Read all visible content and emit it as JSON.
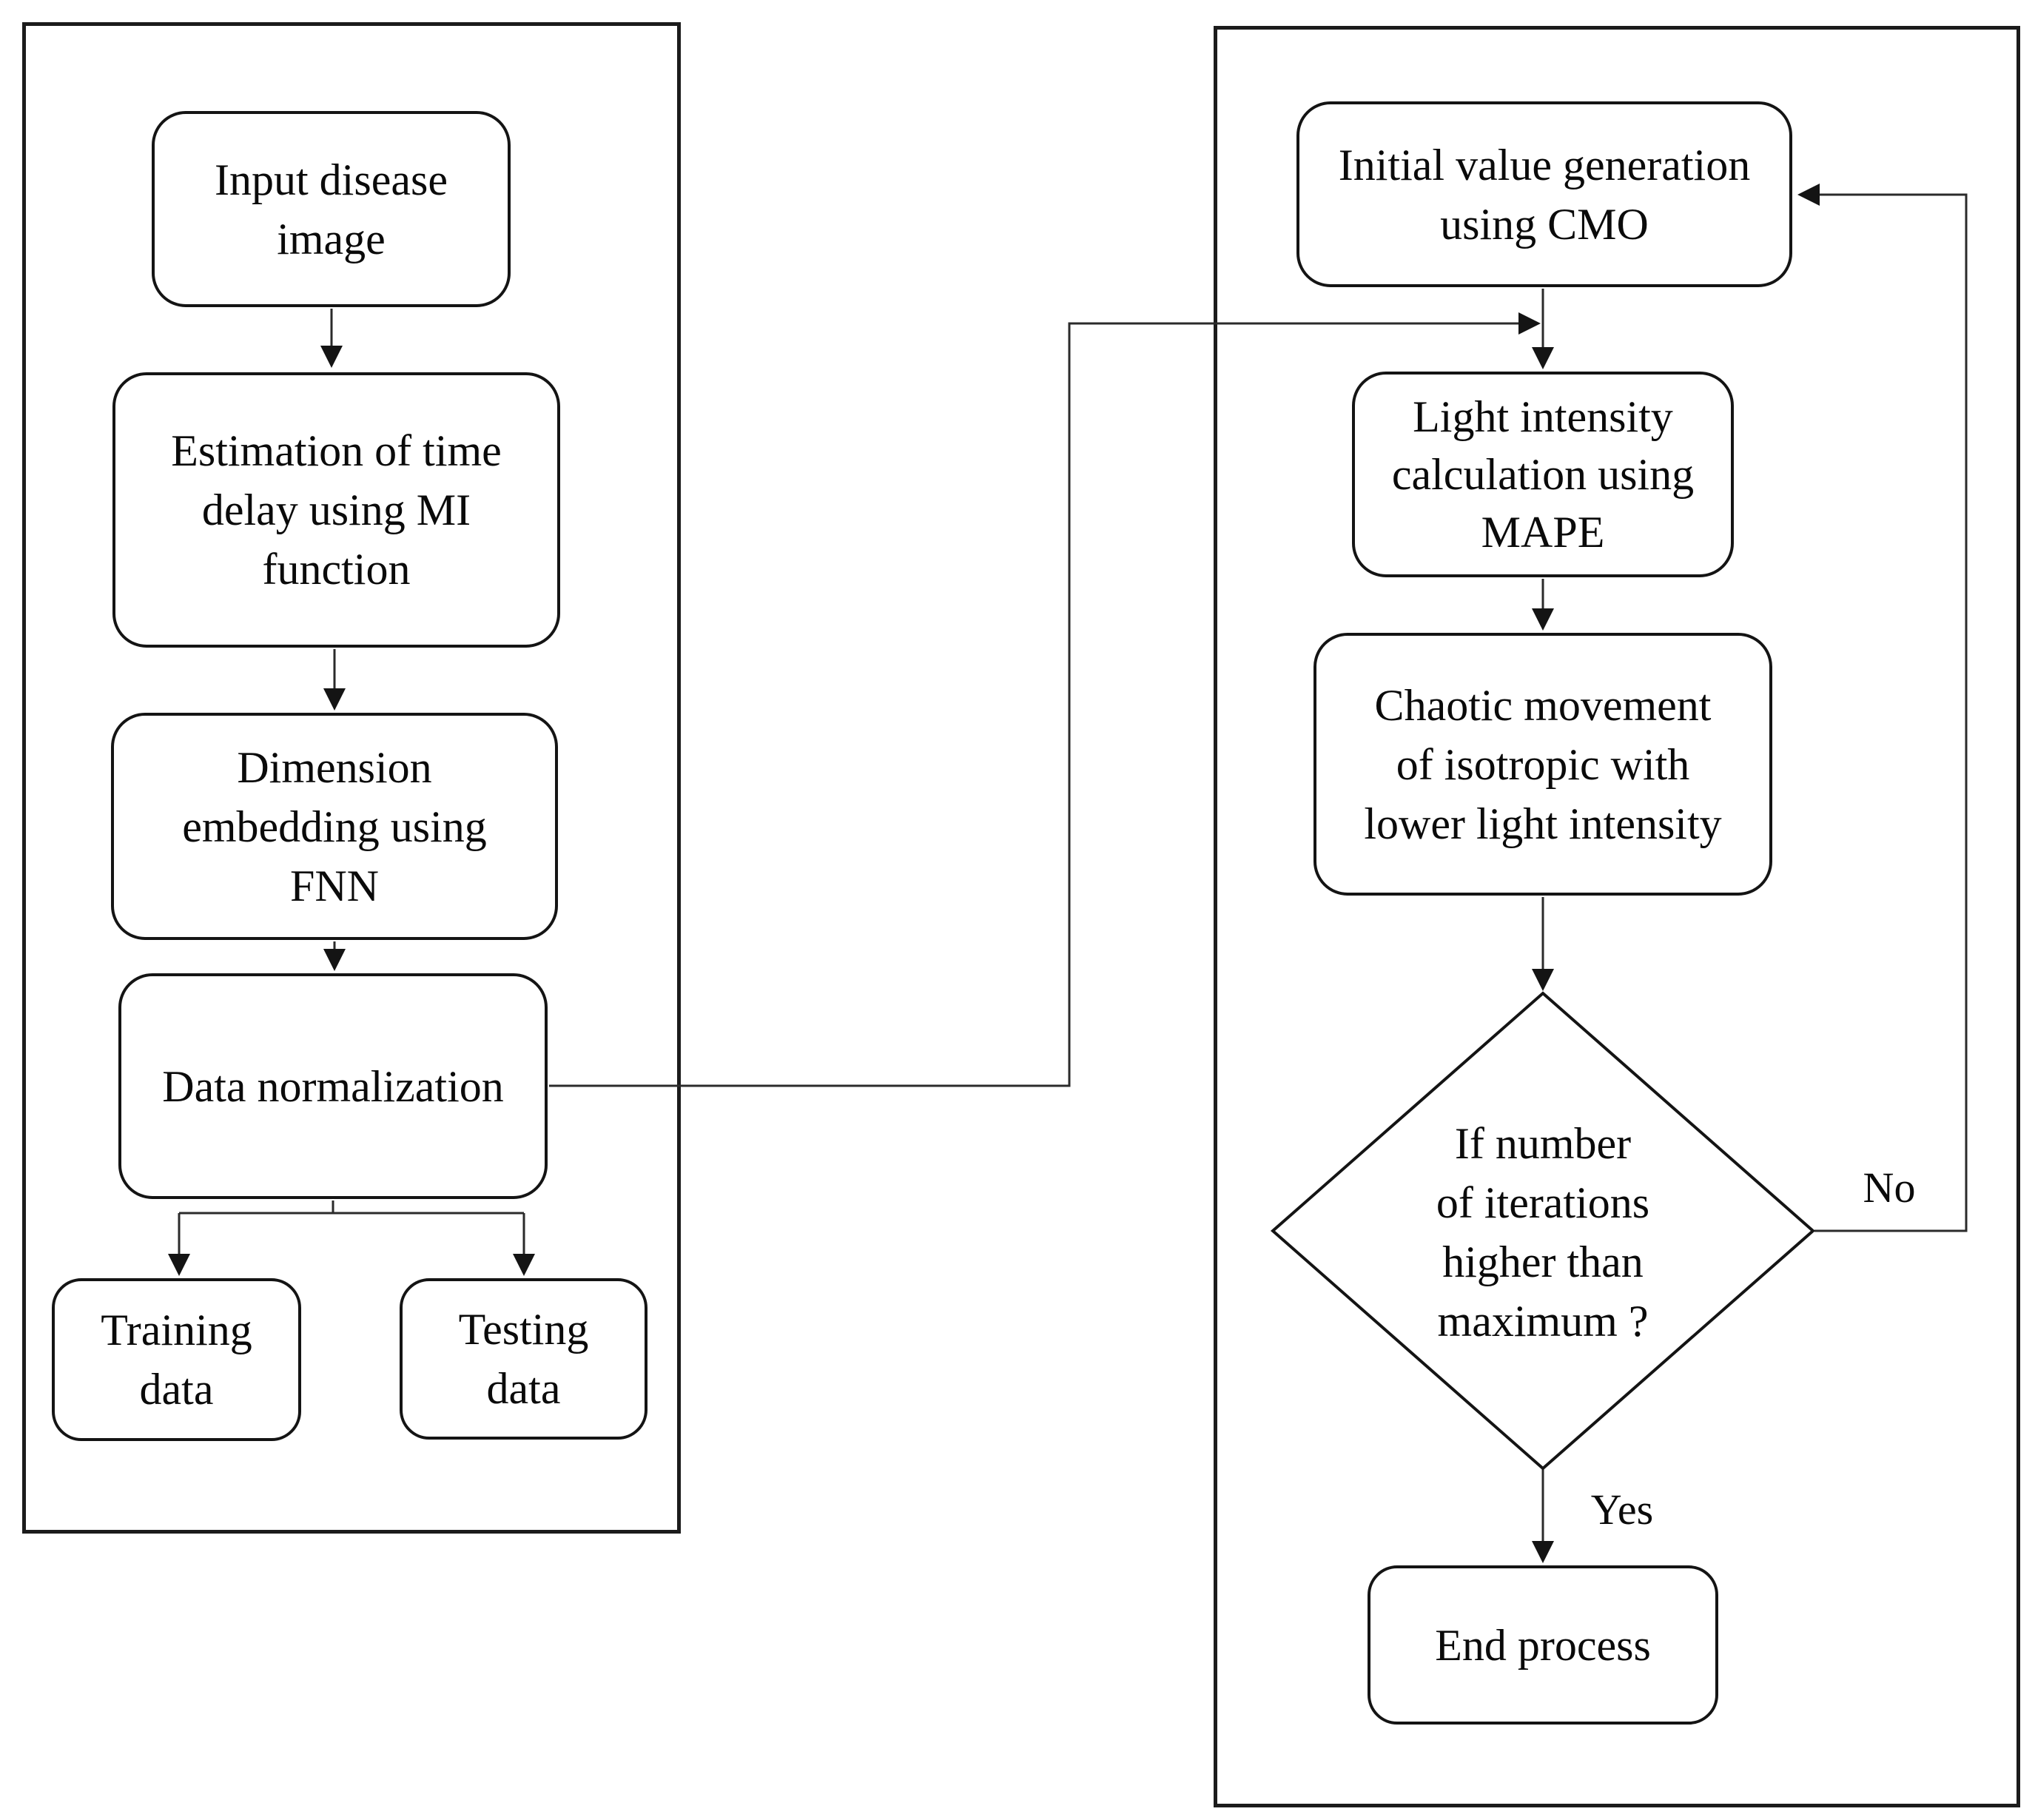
{
  "left_panel": {
    "nodes": {
      "input_disease_image": "Input disease\nimage",
      "estimation": "Estimation of time\ndelay using MI\nfunction",
      "dimension": "Dimension\nembedding using\nFNN",
      "data_normalization": "Data normalization",
      "training_data": "Training\ndata",
      "testing_data": "Testing\ndata"
    }
  },
  "right_panel": {
    "nodes": {
      "initial_value": "Initial value generation\nusing CMO",
      "light_intensity": "Light intensity\ncalculation using\nMAPE",
      "chaotic_movement": "Chaotic movement\nof isotropic with\nlower light intensity",
      "decision": "If number\nof iterations\nhigher than\nmaximum ?",
      "end_process": "End process"
    },
    "edge_labels": {
      "no": "No",
      "yes": "Yes"
    }
  },
  "colors": {
    "line": "#2b2b2b",
    "node_border": "#141414",
    "text": "#0a0a0a",
    "background": "#ffffff"
  }
}
